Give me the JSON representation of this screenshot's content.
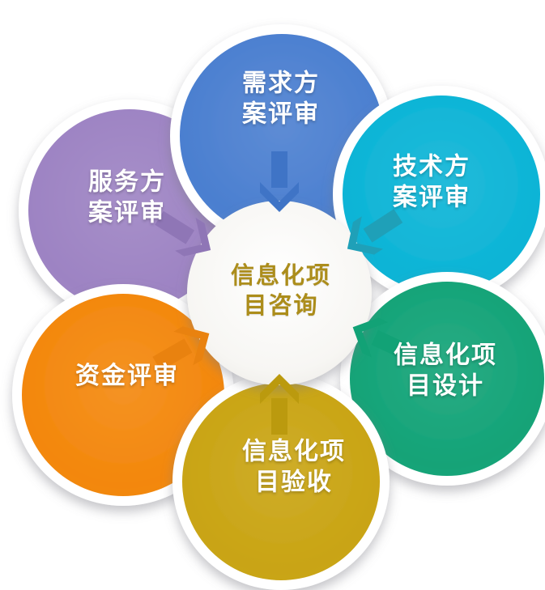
{
  "diagram": {
    "background_color": "#ffffff",
    "center": {
      "id": "information-project-consulting",
      "line1": "信息化项",
      "line2": "目咨询",
      "fill_color": "#fcfbf9",
      "text_color": "#ac8d1b"
    },
    "nodes": [
      {
        "id": "requirement-plan-review",
        "line1": "需求方",
        "line2": "案评审",
        "color": "#4b7fd0",
        "arrow_color": "#3f74c6",
        "position": "top"
      },
      {
        "id": "technical-plan-review",
        "line1": "技术方",
        "line2": "案评审",
        "color": "#0cb4d6",
        "arrow_color": "#1fa0b8",
        "position": "top-right"
      },
      {
        "id": "information-project-design",
        "line1": "信息化项",
        "line2": "目设计",
        "color": "#13a377",
        "arrow_color": "#12a276",
        "position": "bottom-right"
      },
      {
        "id": "information-project-acceptance",
        "line1": "信息化项",
        "line2": "目验收",
        "color": "#c9a413",
        "arrow_color": "#bb9a0e",
        "position": "bottom"
      },
      {
        "id": "funding-review",
        "line1": "资金评审",
        "line2": "",
        "color": "#f3870c",
        "arrow_color": "#e9820f",
        "position": "bottom-left"
      },
      {
        "id": "service-plan-review",
        "line1": "服务方",
        "line2": "案评审",
        "color": "#9d83c3",
        "arrow_color": "#8f76b6",
        "position": "top-left"
      }
    ]
  }
}
